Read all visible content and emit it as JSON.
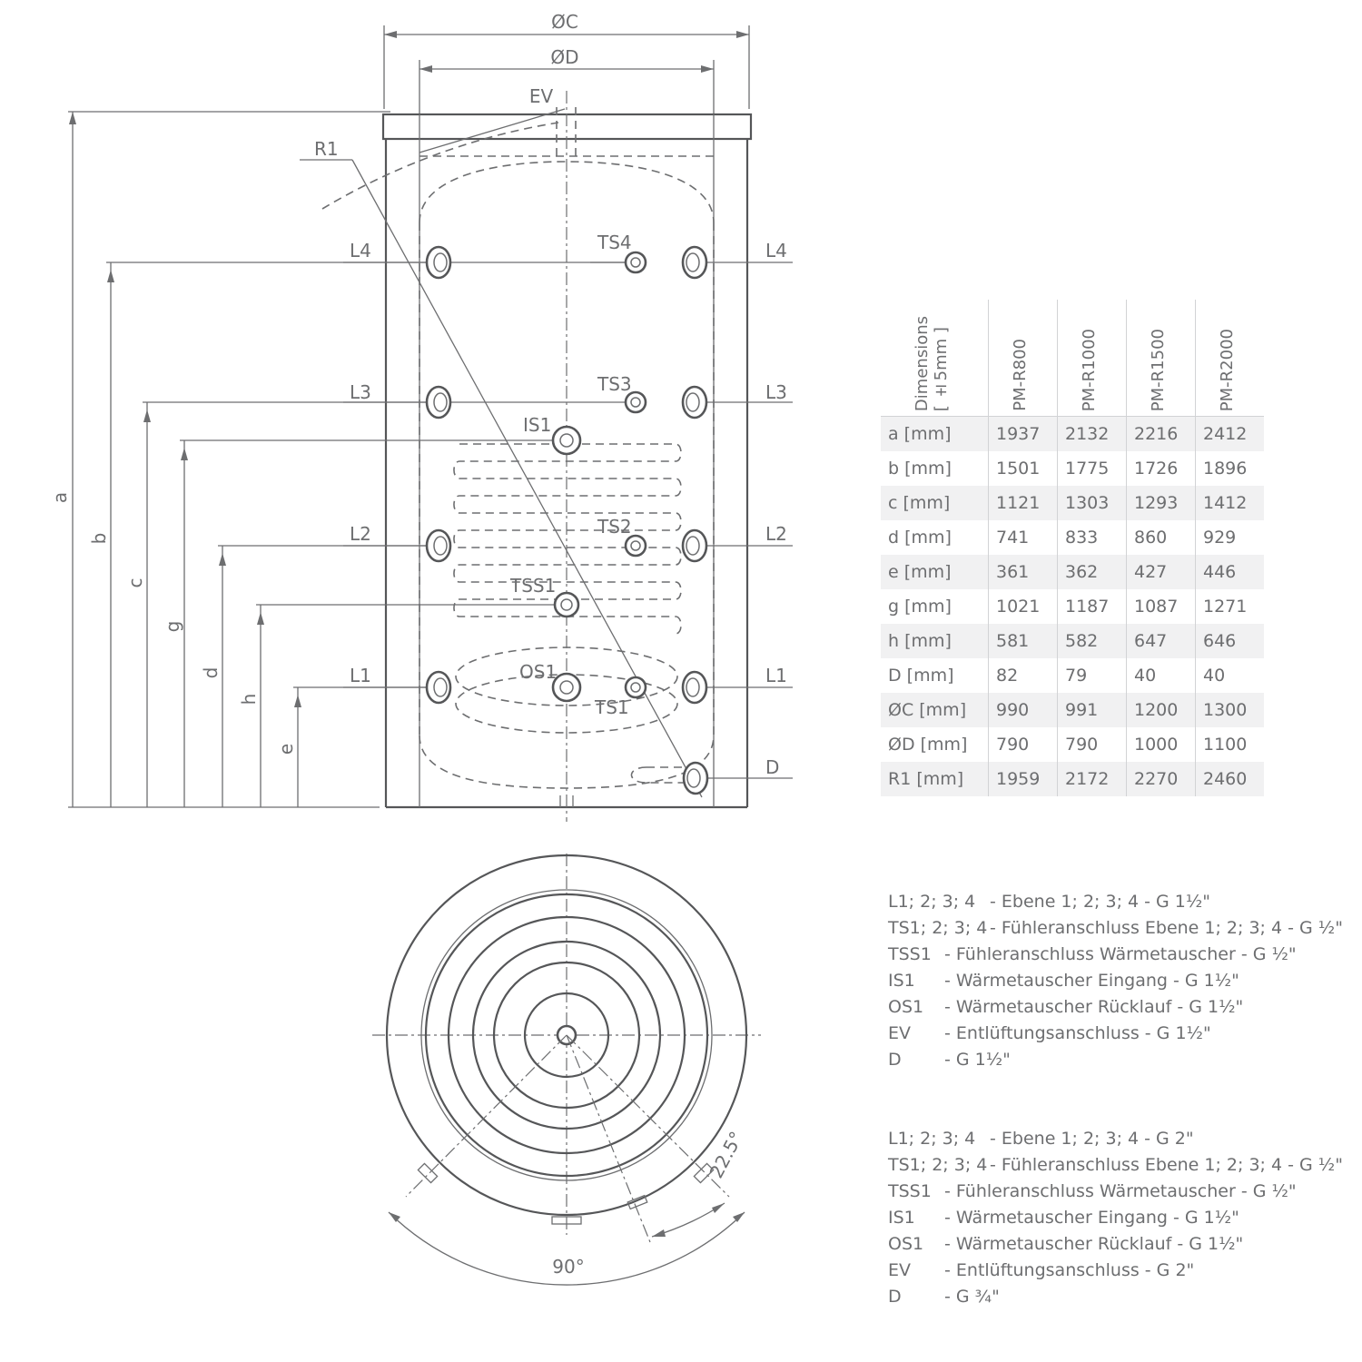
{
  "diagram": {
    "labels": {
      "dia_c": "ØC",
      "dia_d": "ØD",
      "ev": "EV",
      "r1": "R1",
      "l4": "L4",
      "l3": "L3",
      "l2": "L2",
      "l1": "L1",
      "ts4": "TS4",
      "ts3": "TS3",
      "ts2": "TS2",
      "ts1": "TS1",
      "tss1": "TSS1",
      "is1": "IS1",
      "os1": "OS1",
      "drain": "D",
      "dim_a": "a",
      "dim_b": "b",
      "dim_c": "c",
      "dim_g": "g",
      "dim_d": "d",
      "dim_h": "h",
      "dim_e": "e",
      "angle_small": "22.5°",
      "angle_large": "90°"
    }
  },
  "table": {
    "header": {
      "dimensions": "Dimensions\n[ ±5mm ]",
      "models": [
        "PM-R800",
        "PM-R1000",
        "PM-R1500",
        "PM-R2000"
      ]
    },
    "rows": [
      {
        "label": "a [mm]",
        "values": [
          "1937",
          "2132",
          "2216",
          "2412"
        ]
      },
      {
        "label": "b [mm]",
        "values": [
          "1501",
          "1775",
          "1726",
          "1896"
        ]
      },
      {
        "label": "c [mm]",
        "values": [
          "1121",
          "1303",
          "1293",
          "1412"
        ]
      },
      {
        "label": "d [mm]",
        "values": [
          "741",
          "833",
          "860",
          "929"
        ]
      },
      {
        "label": "e [mm]",
        "values": [
          "361",
          "362",
          "427",
          "446"
        ]
      },
      {
        "label": "g [mm]",
        "values": [
          "1021",
          "1187",
          "1087",
          "1271"
        ]
      },
      {
        "label": "h [mm]",
        "values": [
          "581",
          "582",
          "647",
          "646"
        ]
      },
      {
        "label": "D [mm]",
        "values": [
          "82",
          "79",
          "40",
          "40"
        ]
      },
      {
        "label": "ØC [mm]",
        "values": [
          "990",
          "991",
          "1200",
          "1300"
        ]
      },
      {
        "label": "ØD [mm]",
        "values": [
          "790",
          "790",
          "1000",
          "1100"
        ]
      },
      {
        "label": "R1 [mm]",
        "values": [
          "1959",
          "2172",
          "2270",
          "2460"
        ]
      }
    ]
  },
  "legend_1": [
    {
      "code": "L1; 2; 3; 4",
      "desc": "- Ebene 1; 2; 3; 4 - G 1½\""
    },
    {
      "code": "TS1; 2; 3; 4",
      "desc": "- Fühleranschluss Ebene 1; 2; 3; 4 - G ½\""
    },
    {
      "code": "TSS1",
      "desc": "- Fühleranschluss Wärmetauscher - G ½\""
    },
    {
      "code": "IS1",
      "desc": "- Wärmetauscher Eingang  - G 1½\""
    },
    {
      "code": "OS1",
      "desc": "- Wärmetauscher Rücklauf  - G 1½\""
    },
    {
      "code": "EV",
      "desc": "- Entlüftungsanschluss - G 1½\""
    },
    {
      "code": "D",
      "desc": "- G 1½\""
    }
  ],
  "legend_2": [
    {
      "code": "L1; 2; 3; 4",
      "desc": "- Ebene 1; 2; 3; 4 - G 2\""
    },
    {
      "code": "TS1; 2; 3; 4",
      "desc": "- Fühleranschluss Ebene 1; 2; 3; 4 - G ½\""
    },
    {
      "code": "TSS1",
      "desc": "- Fühleranschluss Wärmetauscher - G ½\""
    },
    {
      "code": "IS1",
      "desc": "- Wärmetauscher Eingang  - G 1½\""
    },
    {
      "code": "OS1",
      "desc": "- Wärmetauscher Rücklauf  - G 1½\""
    },
    {
      "code": "EV",
      "desc": "- Entlüftungsanschluss - G 2\""
    },
    {
      "code": "D",
      "desc": "- G ¾\""
    }
  ]
}
